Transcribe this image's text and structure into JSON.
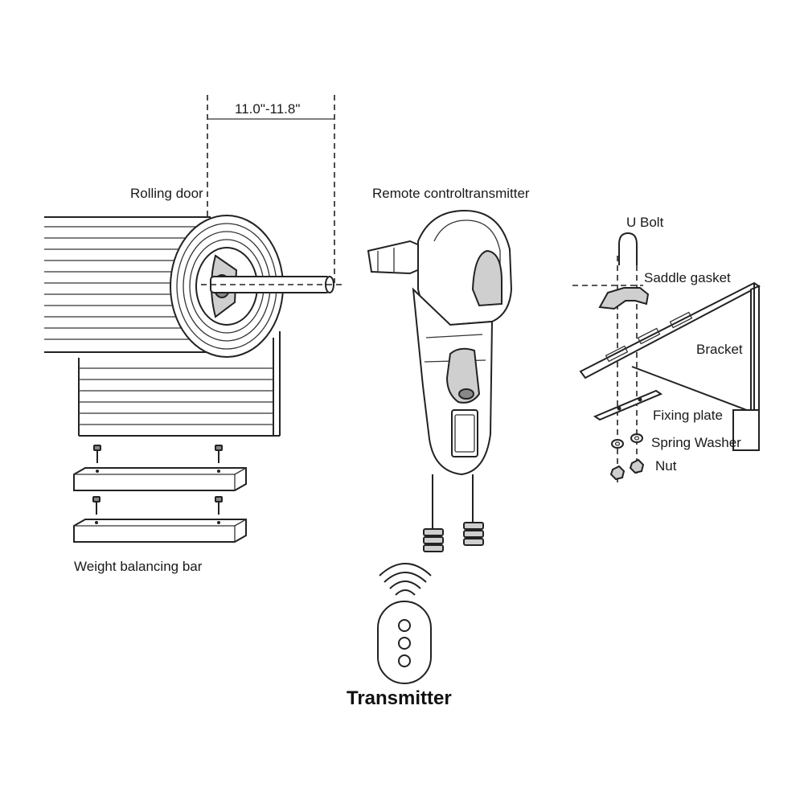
{
  "labels": {
    "dimension": "11.0\"-11.8\"",
    "rolling_door": "Rolling door",
    "remote_motor": "Remote controltransmitter",
    "u_bolt": "U Bolt",
    "saddle_gasket": "Saddle gasket",
    "bracket": "Bracket",
    "fixing_plate": "Fixing plate",
    "spring_washer": "Spring Washer",
    "nut": "Nut",
    "weight_bar": "Weight balancing bar",
    "transmitter": "Transmitter"
  },
  "colors": {
    "line": "#222222",
    "background": "#ffffff"
  }
}
